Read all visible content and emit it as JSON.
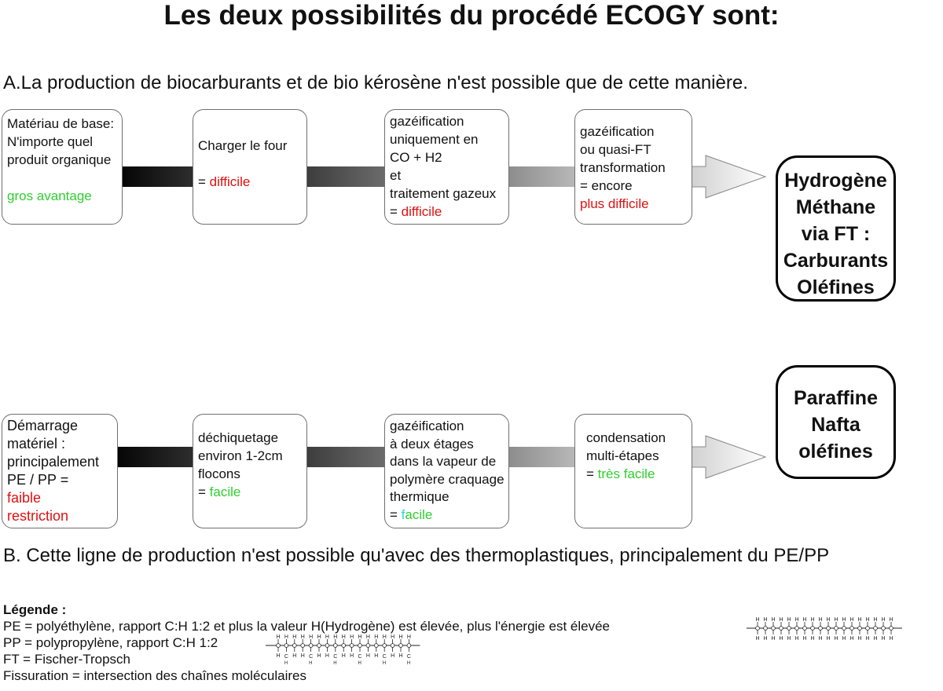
{
  "title": "Les deux possibilités du procédé ECOGY sont:",
  "section_a": "A.La production de biocarburants et de bio kérosène n'est possible que de cette manière.",
  "section_b": "B. Cette ligne de production n'est possible qu'avec des thermoplastiques, principalement du PE/PP",
  "row_a": {
    "box1": {
      "l1": "Matériau de base:",
      "l2": "N'importe quel",
      "l3": "produit organique",
      "l4": "gros avantage"
    },
    "box2": {
      "l1": "Charger le four",
      "eq": "= ",
      "hl": "difficile"
    },
    "box3": {
      "l1": "gazéification",
      "l2": "uniquement en",
      "l3": "CO + H2",
      "l4": "et",
      "l5": "traitement gazeux",
      "eq": "= ",
      "hl": "difficile"
    },
    "box4": {
      "l1": "gazéification",
      "l2": "ou quasi-FT",
      "l3": "transformation",
      "l4": "= encore",
      "hl": "plus difficile"
    },
    "result": {
      "l1": "Hydrogène",
      "l2": "Méthane",
      "l3": "via FT :",
      "l4": "Carburants",
      "l5": "Oléfines"
    }
  },
  "row_b": {
    "box1": {
      "l1": "Démarrage",
      "l2": "matériel :",
      "l3": "principalement",
      "l4": "PE / PP =",
      "hl1": "faible",
      "hl2": "restriction"
    },
    "box2": {
      "l1": "déchiquetage",
      "l2": "environ 1-2cm",
      "l3": "flocons",
      "eq": "= ",
      "hl": "facile"
    },
    "box3": {
      "l1": "gazéification",
      "l2": "à deux étages",
      "l3": "dans la vapeur de",
      "l4": "polymère craquage",
      "l5": "thermique",
      "eq": "= ",
      "hl_a": "f",
      "hl_b": "acile"
    },
    "box4": {
      "l1": "condensation",
      "l2": "multi-étapes",
      "eq": "= ",
      "hl": "très facile"
    },
    "result": {
      "l1": "Paraffine",
      "l2": "Nafta",
      "l3": "oléfines"
    }
  },
  "legend": {
    "title": "Légende :",
    "pe": "PE = polyéthylène, rapport C:H 1:2 et plus la valeur H(Hydrogène) est élevée, plus l'énergie est élevée",
    "pp": "PP = polypropylène, rapport C:H 1:2",
    "ft": "FT = Fischer-Tropsch",
    "fissuration": "Fissuration = intersection des chaînes moléculaires"
  },
  "colors": {
    "highlight_red": "#e01010",
    "highlight_green": "#2fcf2f",
    "highlight_cyan": "#21d6e6"
  }
}
